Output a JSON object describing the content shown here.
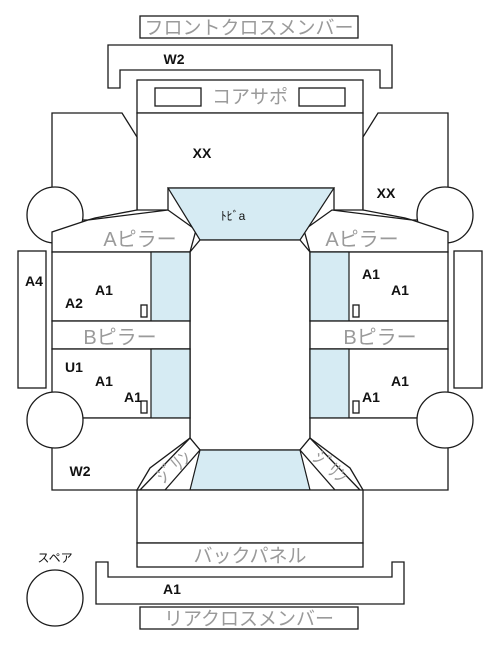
{
  "parts": {
    "front_cross_member": "フロントクロスメンバー",
    "core_support": "コアサポ",
    "a_pillar_left": "Aピラー",
    "a_pillar_right": "Aピラー",
    "b_pillar_left": "Bピラー",
    "b_pillar_right": "Bピラー",
    "back_panel": "バックパネル",
    "rear_cross_member": "リアクロスメンバー",
    "roof": "ﾄﾋﾞa",
    "rear_left": "ｼﾞﾘﾝ",
    "rear_right": "ｼﾞﾘﾝ",
    "spare": "スペア"
  },
  "codes": {
    "front_cross": "W2",
    "hood": "XX",
    "right_fender": "XX",
    "left_side_sill": "A4",
    "front_left_door_1": "A1",
    "front_left_door_2": "A2",
    "rear_left_door_1": "U1",
    "rear_left_door_2": "A1",
    "rear_left_door_3": "A1",
    "front_right_door_1": "A1",
    "front_right_door_2": "A1",
    "rear_right_door_1": "A1",
    "rear_right_door_2": "A1",
    "left_quarter": "W2",
    "rear_bumper": "A1"
  },
  "colors": {
    "glass": "#d6ebf3",
    "line": "#1a1a1a",
    "label_gray": "#9a9a9a"
  }
}
